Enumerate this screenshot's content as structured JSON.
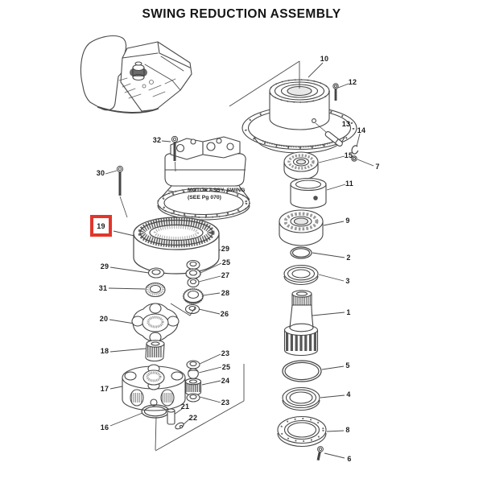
{
  "title": "SWING REDUCTION ASSEMBLY",
  "notes": {
    "motor_note_line1": "MOTOR ASSY, SWING",
    "motor_note_line2": "(SEE Pg 070)"
  },
  "highlight": {
    "selected_part": "19",
    "box_color": "#e2362b"
  },
  "colors": {
    "ink": "#3f3f3f",
    "background": "#ffffff",
    "highlight_red": "#e2362b"
  },
  "callouts": {
    "c1": {
      "label": "1"
    },
    "c2": {
      "label": "2"
    },
    "c3": {
      "label": "3"
    },
    "c4": {
      "label": "4"
    },
    "c5": {
      "label": "5"
    },
    "c6": {
      "label": "6"
    },
    "c7": {
      "label": "7"
    },
    "c8": {
      "label": "8"
    },
    "c9": {
      "label": "9"
    },
    "c10": {
      "label": "10"
    },
    "c11": {
      "label": "11"
    },
    "c12": {
      "label": "12"
    },
    "c13": {
      "label": "13"
    },
    "c14": {
      "label": "14"
    },
    "c15": {
      "label": "15"
    },
    "c16": {
      "label": "16"
    },
    "c17": {
      "label": "17"
    },
    "c18": {
      "label": "18"
    },
    "c19": {
      "label": "19"
    },
    "c20": {
      "label": "20"
    },
    "c21": {
      "label": "21"
    },
    "c22": {
      "label": "22"
    },
    "c23a": {
      "label": "23"
    },
    "c23b": {
      "label": "23"
    },
    "c24": {
      "label": "24"
    },
    "c25a": {
      "label": "25"
    },
    "c25b": {
      "label": "25"
    },
    "c26": {
      "label": "26"
    },
    "c27": {
      "label": "27"
    },
    "c28": {
      "label": "28"
    },
    "c29a": {
      "label": "29"
    },
    "c29b": {
      "label": "29"
    },
    "c30": {
      "label": "30"
    },
    "c31": {
      "label": "31"
    },
    "c32": {
      "label": "32"
    }
  }
}
